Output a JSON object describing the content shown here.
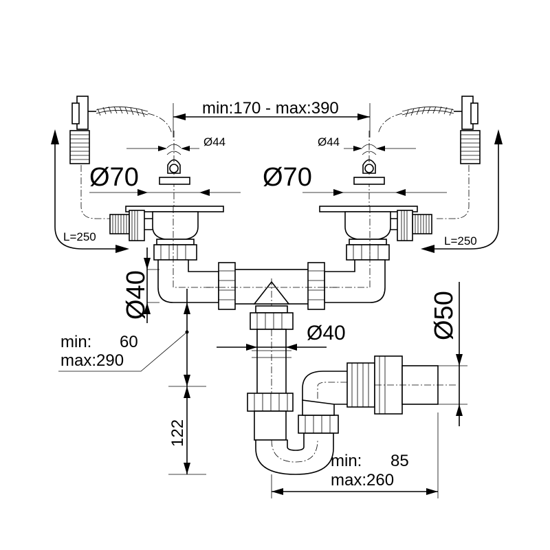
{
  "dimensions": {
    "span": "min:170 - max:390",
    "strainer_left": "Ø44",
    "strainer_right": "Ø44",
    "bowl_left": "Ø70",
    "bowl_right": "Ø70",
    "pipe_vertical_left": "Ø40",
    "pipe_center": "Ø40",
    "outlet": "Ø50",
    "overflow_left": "L=250",
    "overflow_right": "L=250",
    "height_min_label": "min:",
    "height_min_value": "60",
    "height_max": "max:290",
    "trap_depth": "122",
    "outlet_min_label": "min:",
    "outlet_min_value": "85",
    "outlet_max": "max:260"
  }
}
